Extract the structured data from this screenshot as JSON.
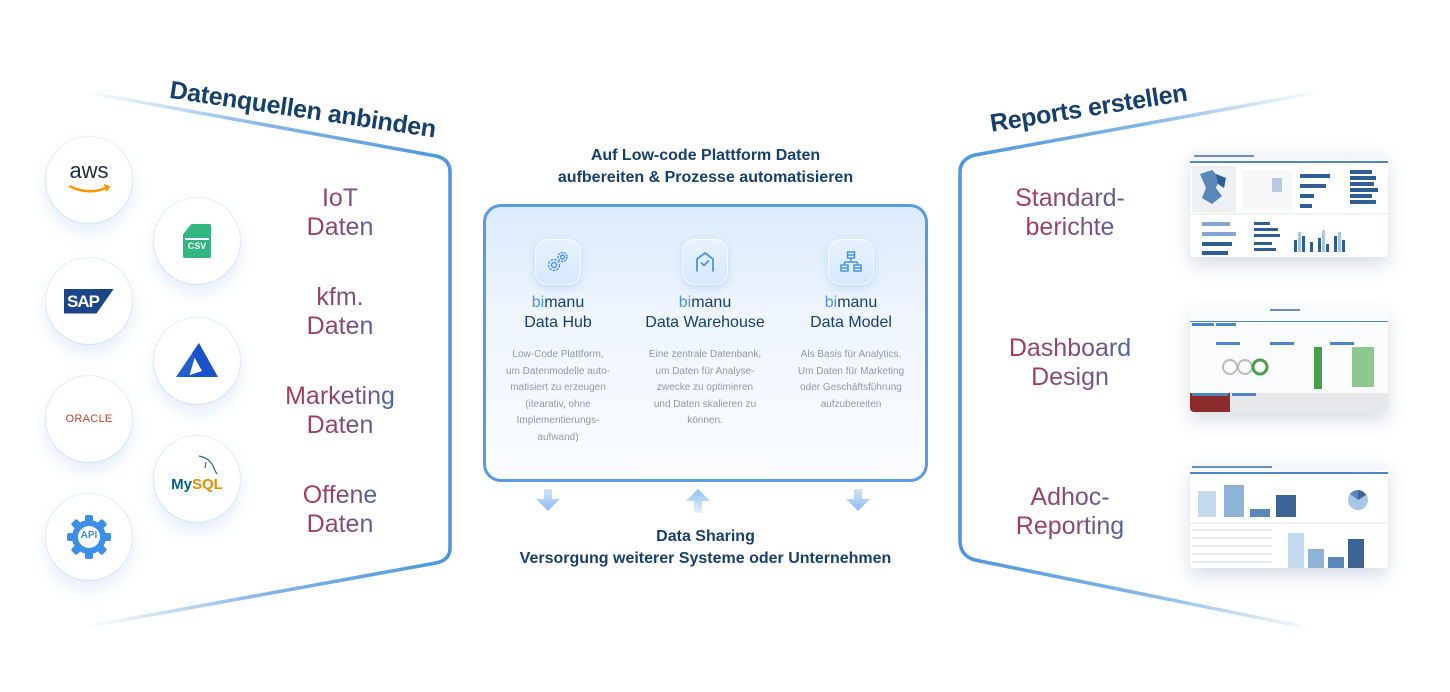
{
  "sources_section": {
    "title": "Datenquellen anbinden",
    "logos": [
      {
        "name": "aws",
        "label": "aws",
        "icon": "aws-logo-icon"
      },
      {
        "name": "csv",
        "label": "CSV",
        "icon": "csv-file-icon"
      },
      {
        "name": "sap",
        "label": "SAP",
        "icon": "sap-logo-icon"
      },
      {
        "name": "azure",
        "label": "",
        "icon": "azure-logo-icon"
      },
      {
        "name": "oracle",
        "label": "ORACLE",
        "icon": "oracle-logo-icon"
      },
      {
        "name": "mysql",
        "label_a": "My",
        "label_b": "SQL",
        "icon": "mysql-logo-icon"
      },
      {
        "name": "api",
        "label": "API",
        "icon": "api-gear-icon"
      }
    ],
    "categories": [
      {
        "line1": "IoT",
        "line2": "Daten"
      },
      {
        "line1": "kfm.",
        "line2": "Daten"
      },
      {
        "line1": "Marketing",
        "line2": "Daten"
      },
      {
        "line1": "Offene",
        "line2": "Daten"
      }
    ]
  },
  "platform": {
    "heading_line1": "Auf Low-code Plattform Daten",
    "heading_line2": "aufbereiten & Prozesse automatisieren",
    "products": [
      {
        "brand_bi": "bi",
        "brand_rest": "manu",
        "name": "Data Hub",
        "icon": "gears-icon",
        "desc": [
          "Low-Code Plattform,",
          "um Datenmodelle auto-",
          "matisiert zu erzeugen",
          "(itearativ, ohne",
          "Implementierungs-",
          "aufwand)"
        ]
      },
      {
        "brand_bi": "bi",
        "brand_rest": "manu",
        "name": "Data Warehouse",
        "icon": "warehouse-check-icon",
        "desc": [
          "Eine zentrale Datenbank,",
          "um Daten für Analyse-",
          "zwecke zu optimieren",
          "und Daten skalieren zu",
          "können."
        ]
      },
      {
        "brand_bi": "bi",
        "brand_rest": "manu",
        "name": "Data Model",
        "icon": "hierarchy-model-icon",
        "desc": [
          "Als Basis für Analytics.",
          "Um Daten für Marketing",
          "oder Geschäftsführung",
          "aufzubereiten"
        ]
      }
    ],
    "arrows": [
      "down",
      "up",
      "down"
    ],
    "sharing_line1": "Data Sharing",
    "sharing_line2": "Versorgung weiterer Systeme oder Unternehmen"
  },
  "reports_section": {
    "title": "Reports erstellen",
    "items": [
      {
        "line1": "Standard-",
        "line2": "berichte",
        "thumb": "standard-report-screenshot"
      },
      {
        "line1": "Dashboard",
        "line2": "Design",
        "thumb": "dashboard-screenshot"
      },
      {
        "line1": "Adhoc-",
        "line2": "Reporting",
        "thumb": "adhoc-report-screenshot"
      }
    ]
  },
  "colors": {
    "frame_blue": "#4c95dd",
    "title_navy": "#173f6b",
    "gradient_red": "#b0344f",
    "gradient_blue": "#3b6fb0"
  }
}
